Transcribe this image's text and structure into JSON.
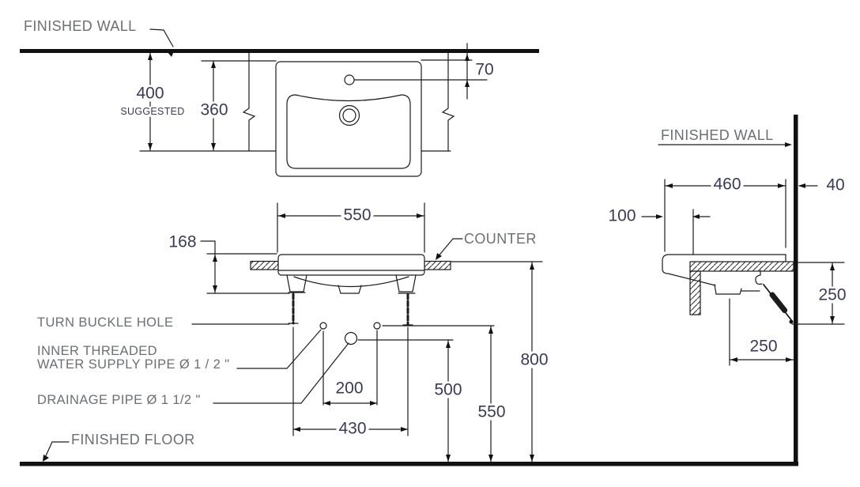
{
  "drawing_type": "sink installation dimension drawing",
  "colors": {
    "line": "#1c1c1c",
    "dimension_text": "#3a3a58",
    "label_text": "#6c6f72",
    "background": "#ffffff"
  },
  "labels": {
    "finished_wall_top": "FINISHED WALL",
    "finished_wall_right": "FINISHED WALL",
    "finished_floor": "FINISHED FLOOR",
    "counter": "COUNTER",
    "turn_buckle_hole": "TURN BUCKLE HOLE",
    "inner_threaded_line1": "INNER THREADED",
    "inner_threaded_line2": "WATER SUPPLY PIPE Ø 1 / 2 \"",
    "drainage_pipe": "DRAINAGE PIPE Ø 1 1/2 \""
  },
  "dimensions": {
    "plan": {
      "wall_to_front_suggested": "400",
      "suggested_note": "SUGGESTED",
      "rim_to_front": "360",
      "faucet_hole_offset": "70"
    },
    "front": {
      "width": "550",
      "rim_to_bottom": "168",
      "supply_hole_spacing": "200",
      "bolt_hole_spacing": "430",
      "drain_height": "500",
      "supply_height": "550",
      "counter_top_height": "800"
    },
    "side": {
      "depth": "460",
      "wall_gap": "40",
      "front_overhang": "100",
      "buckle_anchor_drop": "250",
      "drain_to_wall": "250"
    }
  }
}
